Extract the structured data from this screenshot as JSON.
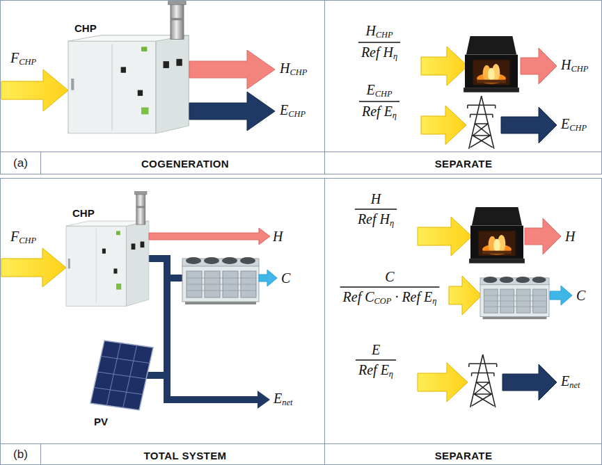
{
  "diagram": {
    "nodes": [
      {
        "text": [
          "COGENERATION"
        ]
      },
      {
        "text": [
          "(a)"
        ],
        "in": 0
      },
      {
        "text": [
          "CHP"
        ],
        "in": 0
      },
      {
        "text": [
          "SEPARATE"
        ]
      },
      {
        "text": [
          "TOTAL SYSTEM"
        ]
      },
      {
        "text": [
          "(b)"
        ],
        "in": 4
      },
      {
        "text": [
          "CHP"
        ],
        "in": 4
      },
      {
        "text": [
          "PV"
        ],
        "in": 4
      },
      {
        "text": [
          "SEPARATE"
        ]
      }
    ],
    "labels": [
      "FCHP",
      "HCHP",
      "ECHP",
      "HCHP",
      "Ref Hη",
      "HCHP",
      "ECHP",
      "Ref Eη",
      "ECHP",
      "FCHP",
      "H",
      "C",
      "Enet",
      "H",
      "Ref Hη",
      "H",
      "C",
      "Ref CCOP · Ref Eη",
      "C",
      "E",
      "Ref Eη",
      "Enet"
    ]
  }
}
